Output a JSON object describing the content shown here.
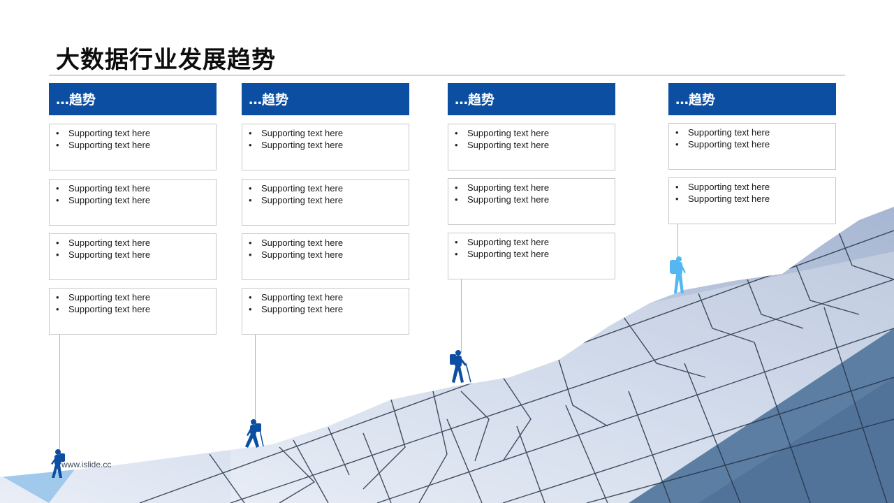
{
  "title": "大数据行业发展趋势",
  "watermark": "www.islide.cc",
  "colors": {
    "header": "#0b4ea2",
    "hiker_dark": "#0b4ea2",
    "hiker_light": "#55b7ef"
  },
  "icons": [
    "hiker-icon"
  ],
  "columns": [
    {
      "heading": "…趋势",
      "cards": [
        {
          "items": [
            "Supporting text here",
            "Supporting text here"
          ]
        },
        {
          "items": [
            "Supporting text here",
            "Supporting text here"
          ]
        },
        {
          "items": [
            "Supporting text here",
            "Supporting text here"
          ]
        },
        {
          "items": [
            "Supporting text here",
            "Supporting text here"
          ]
        }
      ]
    },
    {
      "heading": "…趋势",
      "cards": [
        {
          "items": [
            "Supporting text here",
            "Supporting text here"
          ]
        },
        {
          "items": [
            "Supporting text here",
            "Supporting text here"
          ]
        },
        {
          "items": [
            "Supporting text here",
            "Supporting text here"
          ]
        },
        {
          "items": [
            "Supporting text here",
            "Supporting text here"
          ]
        }
      ]
    },
    {
      "heading": "…趋势",
      "cards": [
        {
          "items": [
            "Supporting text here",
            "Supporting text here"
          ]
        },
        {
          "items": [
            "Supporting text here",
            "Supporting text here"
          ]
        },
        {
          "items": [
            "Supporting text here",
            "Supporting text here"
          ]
        }
      ]
    },
    {
      "heading": "…趋势",
      "cards": [
        {
          "items": [
            "Supporting text here",
            "Supporting text here"
          ]
        },
        {
          "items": [
            "Supporting text here",
            "Supporting text here"
          ]
        }
      ]
    }
  ]
}
